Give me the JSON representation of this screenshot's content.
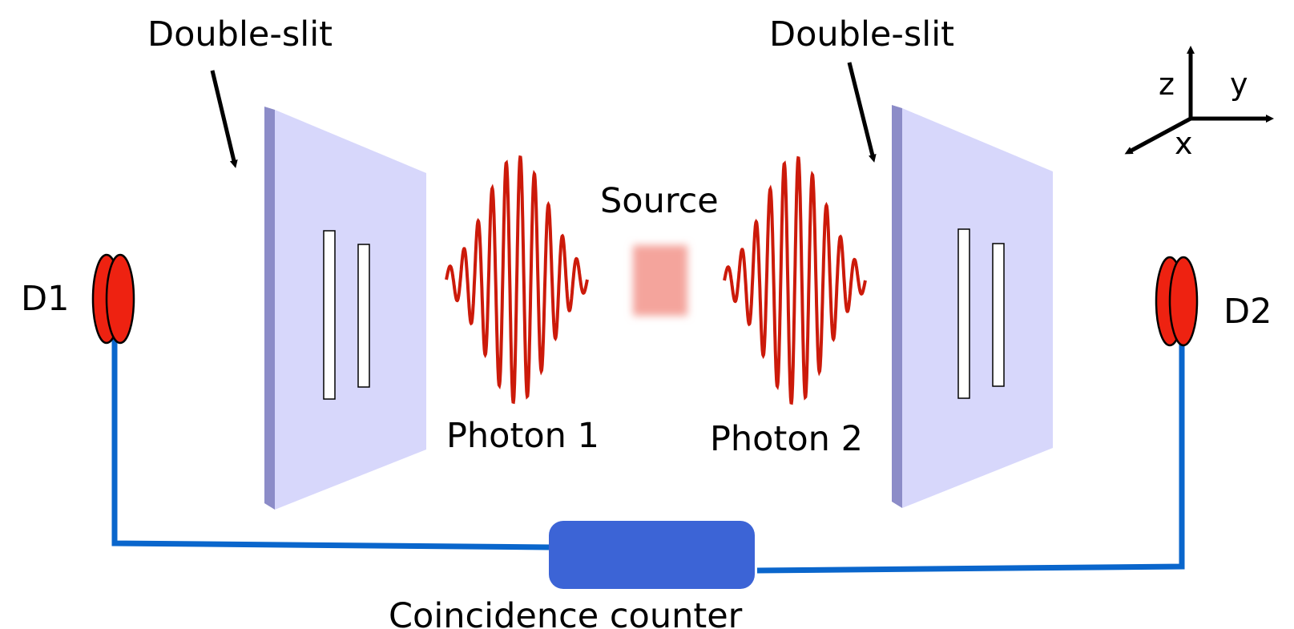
{
  "labels": {
    "slit_left": "Double-slit",
    "slit_right": "Double-slit",
    "source": "Source",
    "photon1": "Photon 1",
    "photon2": "Photon 2",
    "detector1": "D1",
    "detector2": "D2",
    "counter": "Coincidence counter",
    "axis_z": "z",
    "axis_y": "y",
    "axis_x": "x"
  },
  "colors": {
    "plate_face": "#d7d7fb",
    "plate_edge": "#8c8cc8",
    "wave": "#cc1a0a",
    "source_glow": "#f4a49c",
    "detector": "#ee2211",
    "wire": "#0a66cc",
    "counter": "#3c64d6"
  }
}
